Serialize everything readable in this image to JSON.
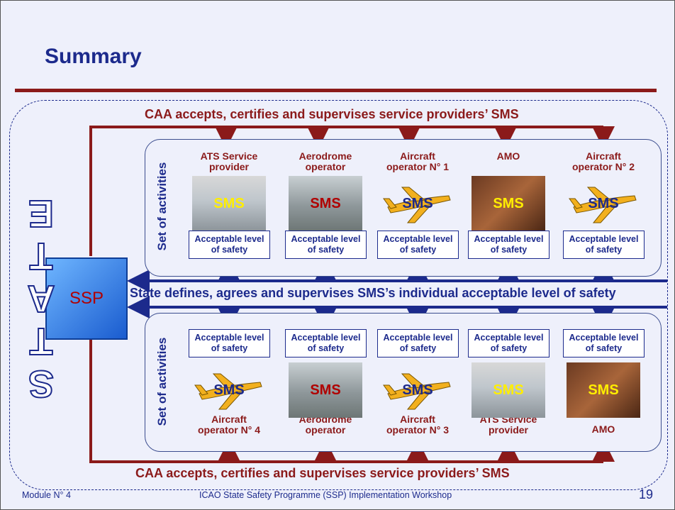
{
  "slide": {
    "title": "Summary",
    "caa_top": "CAA accepts, certifies and supervises service providers’ SMS",
    "caa_bottom": "CAA accepts, certifies and supervises service providers’ SMS",
    "state_line": "State defines, agrees and supervises SMS’s individual acceptable level of safety",
    "state_vertical": "STATE",
    "ssp_label": "SSP",
    "set_of_activities": "Set of activities",
    "sms_label": "SMS",
    "alos_label": "Acceptable level\nof safety"
  },
  "top_providers": [
    {
      "name": "ATS Service\nprovider",
      "kind": "tower"
    },
    {
      "name": "Aerodrome\noperator",
      "kind": "aero"
    },
    {
      "name": "Aircraft\noperator N° 1",
      "kind": "plane"
    },
    {
      "name": "AMO",
      "kind": "amo"
    },
    {
      "name": "Aircraft\noperator N° 2",
      "kind": "plane"
    }
  ],
  "bottom_providers": [
    {
      "name": "Aircraft\noperator N° 4",
      "kind": "plane"
    },
    {
      "name": "Aerodrome\noperator",
      "kind": "aero"
    },
    {
      "name": "Aircraft\noperator N° 3",
      "kind": "plane"
    },
    {
      "name": "ATS Service\nprovider",
      "kind": "tower"
    },
    {
      "name": "AMO",
      "kind": "amo"
    }
  ],
  "footer": {
    "module": "Module N° 4",
    "workshop": "ICAO State Safety Programme (SSP) Implementation Workshop",
    "page": "19"
  },
  "colors": {
    "maroon": "#8b1a1a",
    "navy": "#1c2a8c"
  }
}
